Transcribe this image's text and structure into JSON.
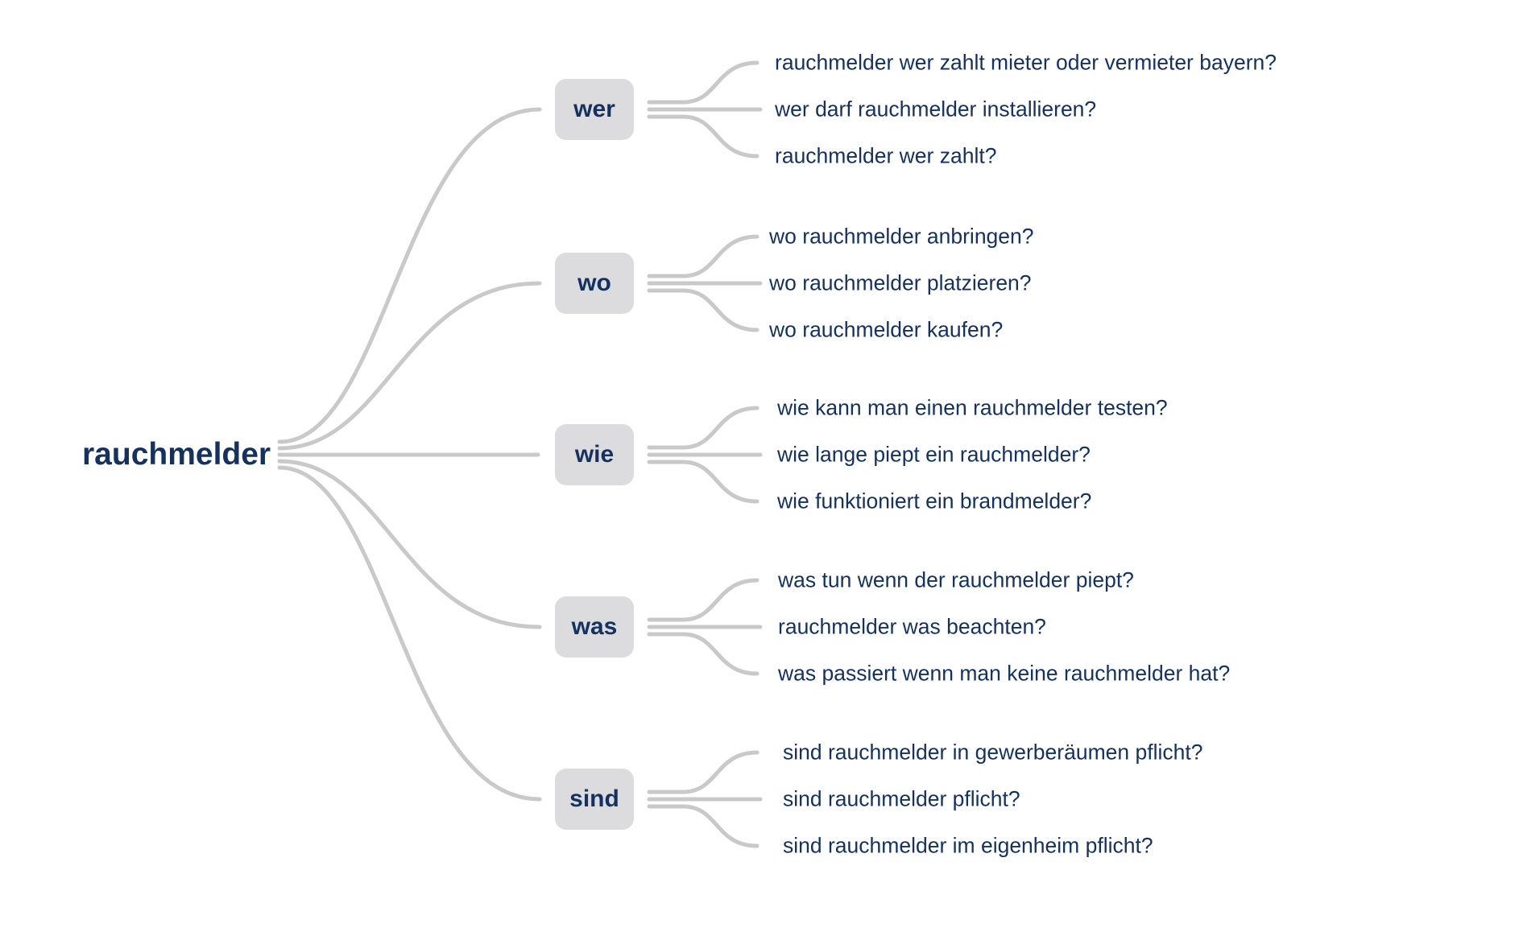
{
  "diagram": {
    "root_label": "rauchmelder",
    "groups": [
      {
        "label": "wer",
        "questions": [
          "rauchmelder wer zahlt mieter oder vermieter bayern?",
          "wer darf rauchmelder installieren?",
          "rauchmelder wer zahlt?"
        ]
      },
      {
        "label": "wo",
        "questions": [
          "wo rauchmelder anbringen?",
          "wo rauchmelder platzieren?",
          "wo rauchmelder kaufen?"
        ]
      },
      {
        "label": "wie",
        "questions": [
          "wie kann man einen rauchmelder testen?",
          "wie lange piept ein rauchmelder?",
          "wie funktioniert ein brandmelder?"
        ]
      },
      {
        "label": "was",
        "questions": [
          "was tun wenn der rauchmelder piept?",
          "rauchmelder was beachten?",
          "was passiert wenn man keine rauchmelder hat?"
        ]
      },
      {
        "label": "sind",
        "questions": [
          "sind rauchmelder in gewerberäumen pflicht?",
          "sind rauchmelder pflicht?",
          "sind rauchmelder im eigenheim pflicht?"
        ]
      }
    ],
    "colors": {
      "text_navy": "#14315f",
      "node_bg": "#dcdcde",
      "connector": "#c9c9c9",
      "background": "#ffffff"
    }
  }
}
